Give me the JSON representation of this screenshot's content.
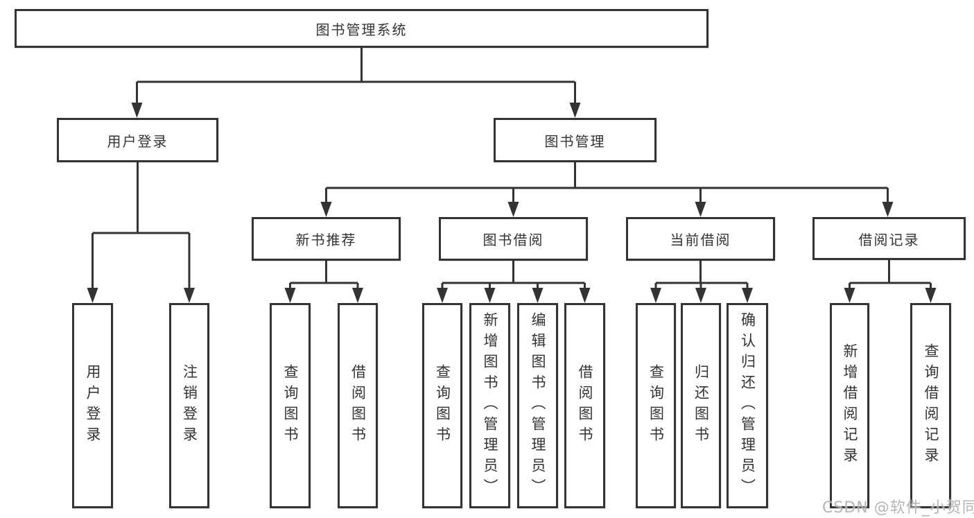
{
  "diagram": {
    "root": {
      "label": "图书管理系统"
    },
    "level2": [
      {
        "label": "用户登录"
      },
      {
        "label": "图书管理"
      }
    ],
    "level3": [
      {
        "label": "新书推荐",
        "parent": "图书管理"
      },
      {
        "label": "图书借阅",
        "parent": "图书管理"
      },
      {
        "label": "当前借阅",
        "parent": "图书管理"
      },
      {
        "label": "借阅记录",
        "parent": "图书管理"
      }
    ],
    "level4": [
      {
        "label": "用户登录",
        "parent": "用户登录"
      },
      {
        "label": "注销登录",
        "parent": "用户登录"
      },
      {
        "label": "查询图书",
        "parent": "新书推荐"
      },
      {
        "label": "借阅图书",
        "parent": "新书推荐"
      },
      {
        "label": "查询图书",
        "parent": "图书借阅"
      },
      {
        "label": "新增图书（管理员）",
        "parent": "图书借阅"
      },
      {
        "label": "编辑图书（管理员）",
        "parent": "图书借阅"
      },
      {
        "label": "借阅图书",
        "parent": "图书借阅"
      },
      {
        "label": "查询图书",
        "parent": "当前借阅"
      },
      {
        "label": "归还图书",
        "parent": "当前借阅"
      },
      {
        "label": "确认归还（管理员）",
        "parent": "当前借阅"
      },
      {
        "label": "新增借阅记录",
        "parent": "借阅记录"
      },
      {
        "label": "查询借阅记录",
        "parent": "借阅记录"
      }
    ],
    "colors": {
      "line": "#333333",
      "text": "#333333",
      "background": "#ffffff"
    }
  },
  "watermark": {
    "text": "CSDN @软件_小贺同学",
    "color": "#a8a8a8"
  }
}
